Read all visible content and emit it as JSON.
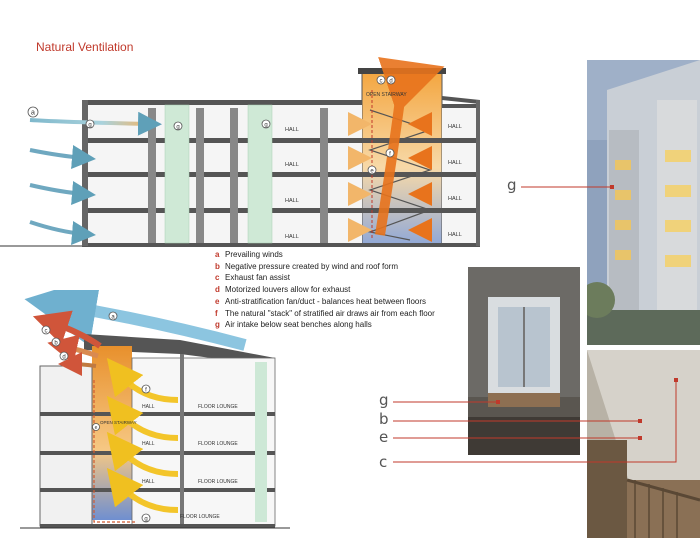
{
  "title": "Natural Ventilation",
  "legend": [
    {
      "letter": "a",
      "text": "Prevailing winds"
    },
    {
      "letter": "b",
      "text": "Negative pressure created by wind and roof form"
    },
    {
      "letter": "c",
      "text": "Exhaust fan assist"
    },
    {
      "letter": "d",
      "text": "Motorized louvers allow for exhaust"
    },
    {
      "letter": "e",
      "text": "Anti-stratification fan/duct - balances heat between floors"
    },
    {
      "letter": "f",
      "text": "The natural \"stack\" of stratified air draws air from each floor"
    },
    {
      "letter": "g",
      "text": "Air intake below seat benches along halls"
    }
  ],
  "section_top": {
    "labels": {
      "hall": "HALL",
      "stairway": "OPEN STAIRWAY"
    },
    "markers": {
      "a": "a",
      "c": "c",
      "d": "d",
      "e": "e",
      "f": "f",
      "g": "g"
    }
  },
  "section_bottom": {
    "labels": {
      "hall": "HALL",
      "lounge": "FLOOR LOUNGE",
      "stairway": "OPEN STAIRWAY"
    },
    "markers": {
      "a": "a",
      "b": "b",
      "c": "c",
      "d": "d",
      "e": "e",
      "f": "f",
      "g": "g"
    }
  },
  "photo_callouts": {
    "g_exterior": "g",
    "g_interior": "g",
    "b": "b",
    "e": "e",
    "c": "c"
  },
  "colors": {
    "accent": "#c0392b",
    "wind_blue": "#6fa8c0",
    "warm_orange": "#e67e22",
    "yellow_air": "#f1c40f"
  }
}
